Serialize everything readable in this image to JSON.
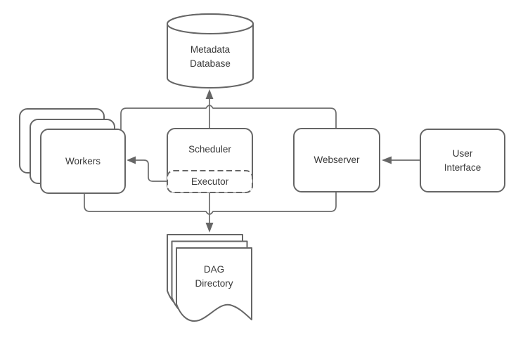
{
  "diagram": {
    "type": "architecture-flowchart",
    "nodes": {
      "metadata_database": {
        "label": "Metadata\nDatabase",
        "shape": "cylinder"
      },
      "workers": {
        "label": "Workers",
        "shape": "stacked-rounded-rects",
        "stack_count": 3
      },
      "scheduler": {
        "label": "Scheduler",
        "shape": "rounded-rect"
      },
      "executor": {
        "label": "Executor",
        "shape": "dashed-rounded-rect",
        "parent": "scheduler"
      },
      "webserver": {
        "label": "Webserver",
        "shape": "rounded-rect"
      },
      "user_interface": {
        "label": "User\nInterface",
        "shape": "rounded-rect"
      },
      "dag_directory": {
        "label": "DAG\nDirectory",
        "shape": "stacked-documents",
        "stack_count": 3
      }
    },
    "edges": [
      {
        "name": "scheduler-to-metadata-database",
        "from": "scheduler",
        "to": "metadata_database",
        "arrow": true
      },
      {
        "name": "workers-bus-to-metadata-database",
        "from": "workers",
        "to": "metadata_database",
        "arrow": false,
        "via": "shared-bus-top"
      },
      {
        "name": "webserver-bus-to-metadata-database",
        "from": "webserver",
        "to": "metadata_database",
        "arrow": false,
        "via": "shared-bus-top"
      },
      {
        "name": "executor-to-workers",
        "from": "executor",
        "to": "workers",
        "arrow": true
      },
      {
        "name": "user-interface-to-webserver",
        "from": "user_interface",
        "to": "webserver",
        "arrow": true
      },
      {
        "name": "executor-to-dag-directory",
        "from": "executor",
        "to": "dag_directory",
        "arrow": true
      },
      {
        "name": "workers-bus-to-dag-directory",
        "from": "workers",
        "to": "dag_directory",
        "arrow": false,
        "via": "shared-bus-bottom"
      },
      {
        "name": "webserver-bus-to-dag-directory",
        "from": "webserver",
        "to": "dag_directory",
        "arrow": false,
        "via": "shared-bus-bottom"
      }
    ],
    "colors": {
      "shape_stroke": "#666666",
      "line_stroke": "#6b6b6b",
      "shape_fill": "#ffffff",
      "text": "#383838",
      "background": "#ffffff"
    }
  }
}
